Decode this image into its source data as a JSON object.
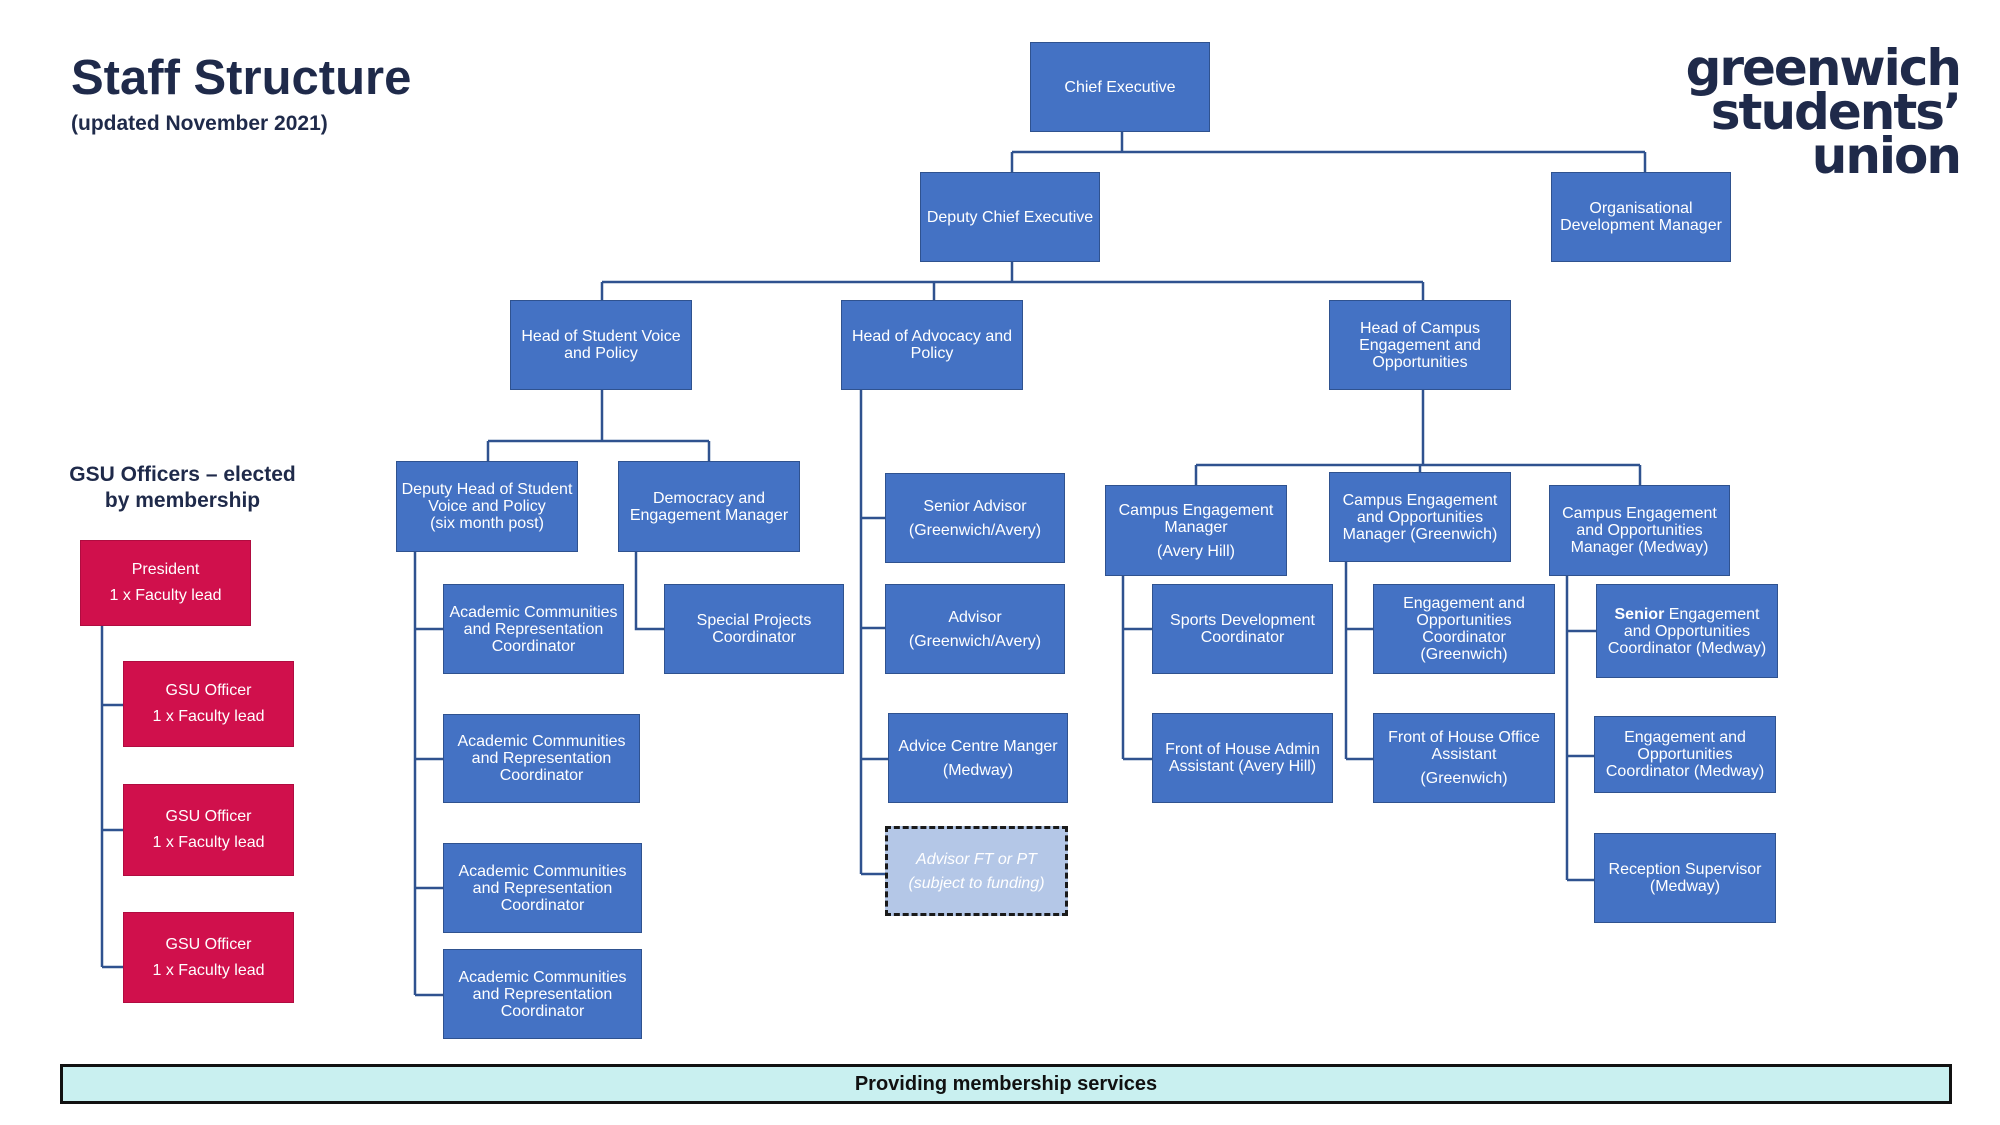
{
  "header": {
    "title": "Staff Structure",
    "subtitle": "(updated November 2021)"
  },
  "logo": {
    "line1": "greenwich",
    "line2": "students’",
    "line3": "union"
  },
  "officers": {
    "heading": "GSU Officers – elected by membership",
    "president": {
      "title": "President",
      "sub": "1 x Faculty lead"
    },
    "officer_1": {
      "title": "GSU Officer",
      "sub": "1 x Faculty lead"
    },
    "officer_2": {
      "title": "GSU Officer",
      "sub": "1 x Faculty lead"
    },
    "officer_3": {
      "title": "GSU Officer",
      "sub": "1 x Faculty lead"
    }
  },
  "org": {
    "chief_executive": "Chief Executive",
    "deputy_chief": "Deputy Chief Executive",
    "org_dev_manager": "Organisational Development Manager",
    "head_voice": "Head of Student Voice and Policy",
    "head_advocacy": "Head of Advocacy and Policy",
    "head_campus": "Head of Campus Engagement and Opportunities",
    "deputy_head_voice": {
      "line1": "Deputy Head of Student Voice and Policy",
      "line2": "(six month post)"
    },
    "democracy_manager": "Democracy and Engagement Manager",
    "acrc_1": "Academic Communities and Representation Coordinator",
    "acrc_2": "Academic Communities and Representation Coordinator",
    "acrc_3": "Academic Communities and Representation Coordinator",
    "acrc_4": "Academic Communities and Representation Coordinator",
    "special_projects": "Special Projects Coordinator",
    "senior_advisor": {
      "line1": "Senior Advisor",
      "line2": "(Greenwich/Avery)"
    },
    "advisor": {
      "line1": "Advisor",
      "line2": "(Greenwich/Avery)"
    },
    "advice_centre": {
      "line1": "Advice Centre Manger",
      "line2": "(Medway)"
    },
    "advisor_ftpt": {
      "line1": "Advisor FT or PT",
      "line2": "(subject to funding)"
    },
    "cem_avery": {
      "line1": "Campus Engagement Manager",
      "line2": "(Avery Hill)"
    },
    "ceom_greenwich": "Campus Engagement and Opportunities Manager (Greenwich)",
    "ceom_medway": "Campus Engagement and Opportunities Manager (Medway)",
    "sports_dev": "Sports Development Coordinator",
    "foh_admin": "Front of House Admin Assistant (Avery Hill)",
    "eoc_greenwich": "Engagement and Opportunities Coordinator (Greenwich)",
    "foh_office": {
      "line1": "Front of House Office Assistant",
      "line2": "(Greenwich)"
    },
    "senior_eoc_medway": {
      "bold": "Senior",
      "rest": " Engagement and Opportunities Coordinator (Medway)"
    },
    "eoc_medway": "Engagement and Opportunities Coordinator (Medway)",
    "reception_supervisor": "Reception Supervisor (Medway)"
  },
  "footer": {
    "text": "Providing membership services"
  },
  "colors": {
    "staff_box": "#4472c4",
    "officer_box": "#d0104c",
    "unfunded_box": "#b4c7e7",
    "footer_bg": "#c9f0f0",
    "title_text": "#1f2a4a"
  }
}
